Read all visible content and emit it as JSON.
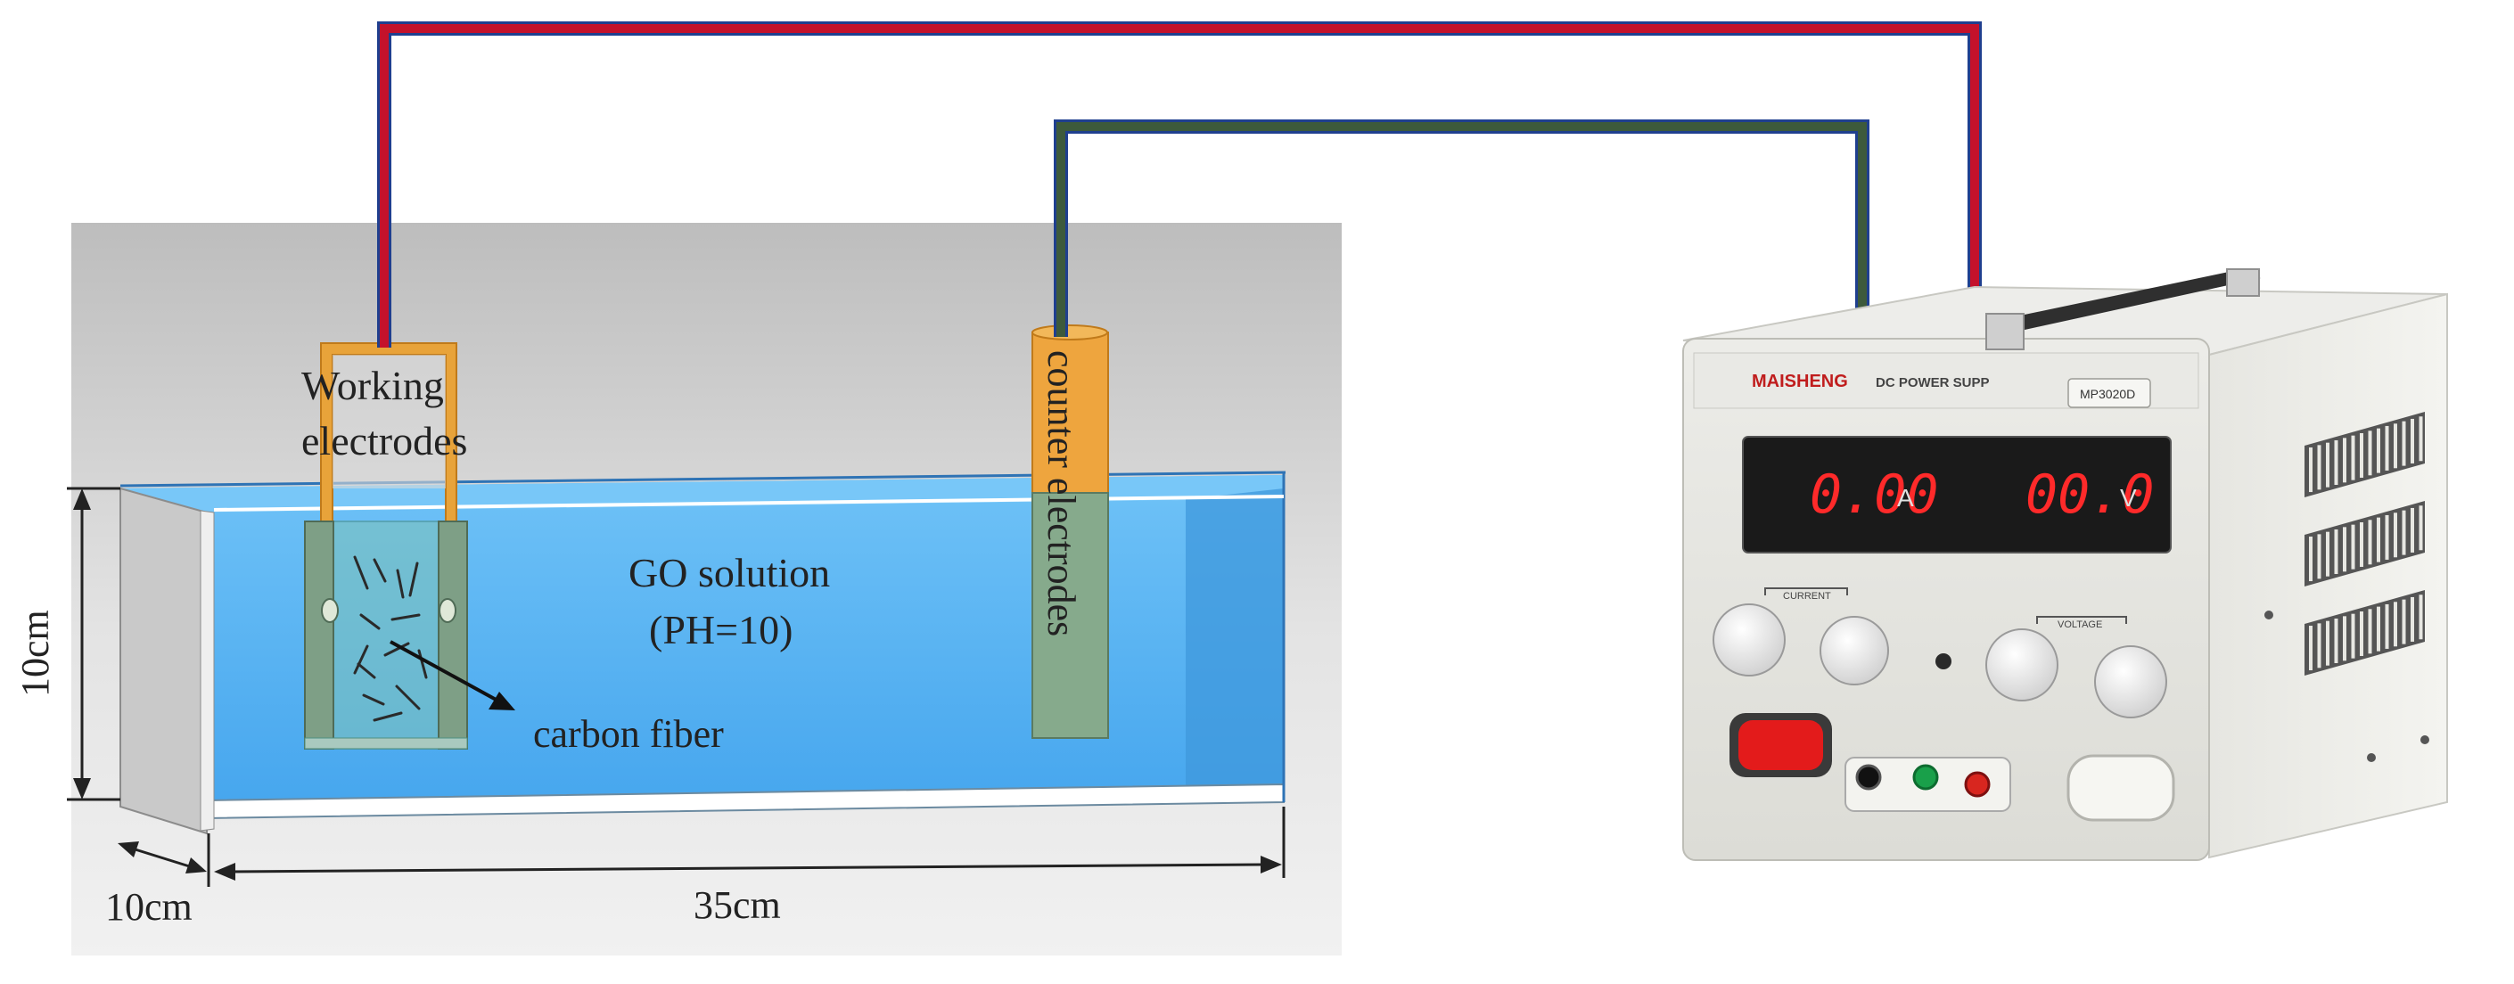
{
  "labels": {
    "working_electrodes_line1": "Working",
    "working_electrodes_line2": "electrodes",
    "counter_electrodes": "counter electrodes",
    "solution_line1": "GO solution",
    "solution_line2": "(PH=10)",
    "carbon_fiber": "carbon fiber"
  },
  "dimensions": {
    "height": "10cm",
    "depth": "10cm",
    "length": "35cm"
  },
  "power_supply": {
    "brand": "MAISHENG",
    "product": "DC POWER SUPP",
    "model": "MP3020D",
    "current_reading": "0.00",
    "current_unit": "A",
    "voltage_reading": "00.0",
    "voltage_unit": "V",
    "current_label": "CURRENT",
    "voltage_label": "VOLTAGE"
  },
  "colors": {
    "wire_positive": "#c4122b",
    "wire_negative": "#3d5a3c",
    "wire_outline": "#1f3f8f",
    "solution": "#5bb4f2",
    "electrode_frame": "#e8a33a",
    "display_red": "#ff2a2a",
    "stop_button": "#e31b1b"
  }
}
